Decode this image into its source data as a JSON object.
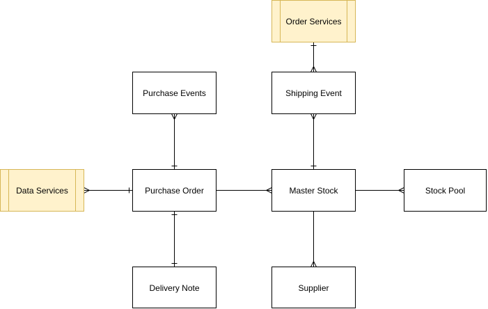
{
  "diagram": {
    "nodes": {
      "order_services": {
        "label": "Order Services",
        "kind": "process"
      },
      "purchase_events": {
        "label": "Purchase Events",
        "kind": "entity"
      },
      "shipping_event": {
        "label": "Shipping Event",
        "kind": "entity"
      },
      "data_services": {
        "label": "Data Services",
        "kind": "process"
      },
      "purchase_order": {
        "label": "Purchase Order",
        "kind": "entity"
      },
      "master_stock": {
        "label": "Master Stock",
        "kind": "entity"
      },
      "stock_pool": {
        "label": "Stock Pool",
        "kind": "entity"
      },
      "delivery_note": {
        "label": "Delivery Note",
        "kind": "entity"
      },
      "supplier": {
        "label": "Supplier",
        "kind": "entity"
      }
    },
    "edges": [
      {
        "from": "shipping_event",
        "to": "order_services",
        "from_end": "many",
        "to_end": "one"
      },
      {
        "from": "purchase_order",
        "to": "purchase_events",
        "from_end": "one",
        "to_end": "many"
      },
      {
        "from": "master_stock",
        "to": "shipping_event",
        "from_end": "one",
        "to_end": "many"
      },
      {
        "from": "purchase_order",
        "to": "data_services",
        "from_end": "one",
        "to_end": "many"
      },
      {
        "from": "purchase_order",
        "to": "master_stock",
        "from_end": "none",
        "to_end": "many"
      },
      {
        "from": "master_stock",
        "to": "stock_pool",
        "from_end": "none",
        "to_end": "many"
      },
      {
        "from": "purchase_order",
        "to": "delivery_note",
        "from_end": "one",
        "to_end": "one"
      },
      {
        "from": "master_stock",
        "to": "supplier",
        "from_end": "none",
        "to_end": "many"
      }
    ]
  }
}
